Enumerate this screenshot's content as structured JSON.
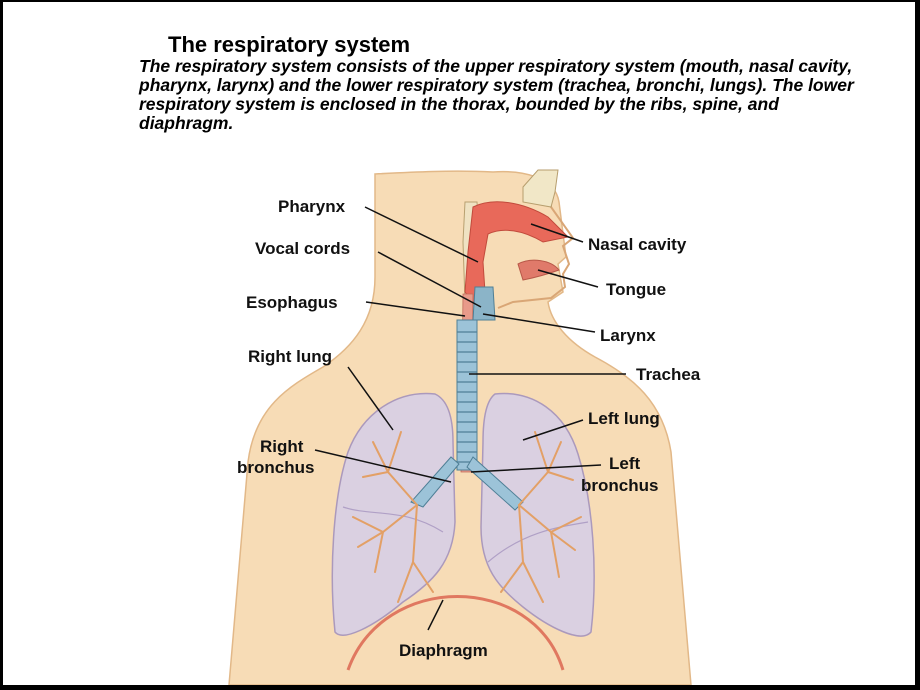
{
  "title": "The respiratory system",
  "description": "The respiratory system consists of the upper respiratory system (mouth, nasal cavity, pharynx, larynx) and the lower respiratory system (trachea, bronchi, lungs).  The lower respiratory system is enclosed in the thorax, bounded by the ribs, spine, and diaphragm.",
  "labels": {
    "pharynx": "Pharynx",
    "vocal_cords": "Vocal cords",
    "esophagus": "Esophagus",
    "right_lung": "Right lung",
    "right_bronchus_line1": "Right",
    "right_bronchus_line2": "bronchus",
    "nasal_cavity": "Nasal cavity",
    "tongue": "Tongue",
    "larynx": "Larynx",
    "trachea": "Trachea",
    "left_lung": "Left lung",
    "left_bronchus_line1": "Left",
    "left_bronchus_line2": "bronchus",
    "diaphragm": "Diaphragm"
  },
  "colors": {
    "skin": "#f7dcb6",
    "skin_outline": "#e2b888",
    "lung_fill": "#d9d0e4",
    "lung_outline": "#b8a8c8",
    "airway": "#e8695a",
    "trachea": "#9cc3d8",
    "bronchi_branch": "#e3a066",
    "diaphragm": "#e07860"
  }
}
